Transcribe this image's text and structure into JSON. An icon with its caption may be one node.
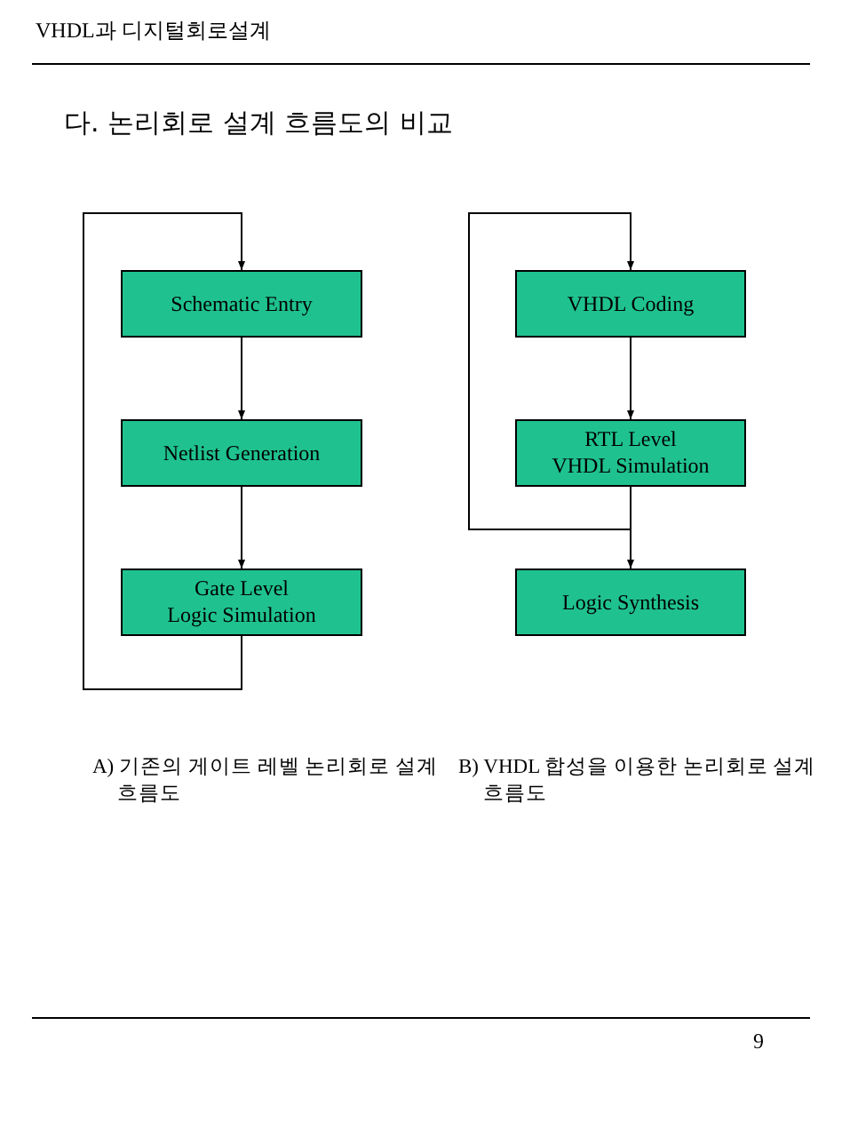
{
  "diagram": {
    "title": "다. 논리회로 설계 흐름도의 비교",
    "nodes": [
      {
        "text": [
          "Schematic Entry"
        ]
      },
      {
        "text": [
          "Netlist  Generation"
        ]
      },
      {
        "text": [
          "Gate Level Logic Simulation"
        ]
      },
      {
        "text": [
          "VHDL Coding"
        ]
      },
      {
        "text": [
          "RTL Level VHDL Simulation"
        ]
      },
      {
        "text": [
          "Logic Synthesis"
        ]
      }
    ],
    "edges": [
      {
        "from": 0,
        "to": 1,
        "arrow": "to"
      },
      {
        "from": 1,
        "to": 2,
        "arrow": "to"
      },
      {
        "from": 2,
        "to": 0,
        "arrow": "to"
      },
      {
        "from": 3,
        "to": 4,
        "arrow": "to"
      },
      {
        "from": 4,
        "to": 5,
        "arrow": "to"
      },
      {
        "from": 4,
        "to": 3,
        "arrow": "to"
      }
    ],
    "labels": [
      "VHDL과 디지털회로설계",
      "A) 기존의 게이트 레벨 논리회로 설계 흐름도",
      "B) VHDL 합성을 이용한 논리회로 설계 흐름도",
      "9"
    ]
  }
}
